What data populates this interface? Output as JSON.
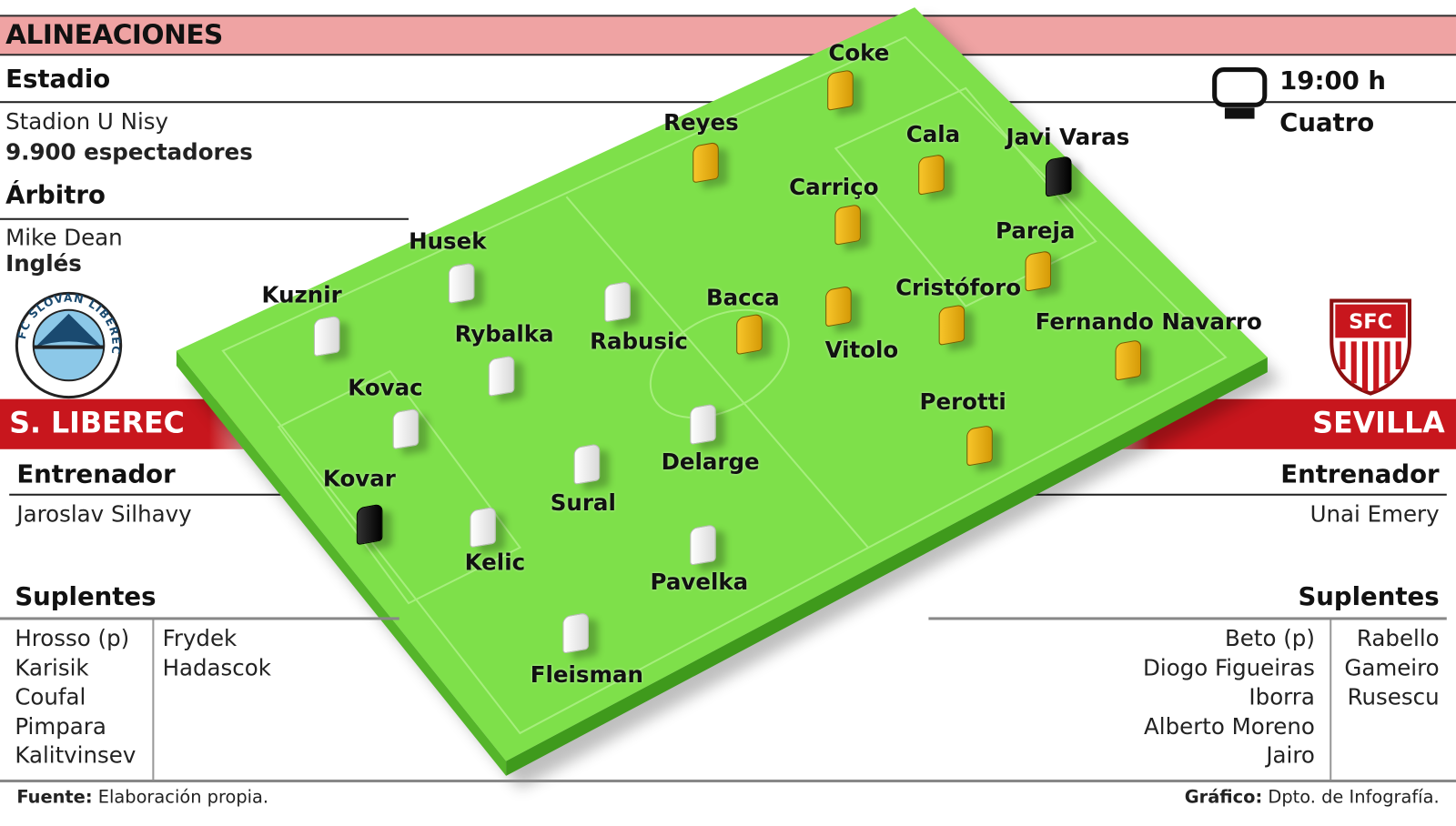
{
  "title": "ALINEACIONES",
  "stadium": {
    "heading": "Estadio",
    "name": "Stadion U Nisy",
    "capacity": "9.900 espectadores"
  },
  "referee": {
    "heading": "Árbitro",
    "name": "Mike Dean",
    "nationality": "Inglés"
  },
  "broadcast": {
    "time": "19:00 h",
    "channel": "Cuatro",
    "icon": "tv-icon"
  },
  "home": {
    "name": "S. LIBEREC",
    "badge_text": "FC SLOVAN LIBEREC",
    "coach_heading": "Entrenador",
    "coach": "Jaroslav Silhavy",
    "subs_heading": "Suplentes",
    "subs_col1": [
      "Hrosso (p)",
      "Karisik",
      "Coufal",
      "Pimpara",
      "Kalitvinsev"
    ],
    "subs_col2": [
      "Frydek",
      "Hadascok"
    ],
    "players": [
      "Kovar",
      "Kelic",
      "Kovac",
      "Kuznir",
      "Husek",
      "Rybalka",
      "Sural",
      "Fleisman",
      "Pavelka",
      "Delarge",
      "Rabusic"
    ]
  },
  "away": {
    "name": "SEVILLA",
    "badge_text": "SFC",
    "coach_heading": "Entrenador",
    "coach": "Unai Emery",
    "subs_heading": "Suplentes",
    "subs_col1": [
      "Beto (p)",
      "Diogo Figueiras",
      "Iborra",
      "Alberto Moreno",
      "Jairo"
    ],
    "subs_col2": [
      "Rabello",
      "Gameiro",
      "Rusescu"
    ],
    "players": [
      "Javi Varas",
      "Coke",
      "Cala",
      "Pareja",
      "Fernando Navarro",
      "Carriço",
      "Cristóforo",
      "Reyes",
      "Vitolo",
      "Perotti",
      "Bacca"
    ]
  },
  "footer": {
    "source_label": "Fuente:",
    "source": "Elaboración propia.",
    "graphic_label": "Gráfico:",
    "graphic": "Dpto. de Infografía."
  },
  "colors": {
    "title_bar": "#efa3a3",
    "team_band": "#c8161d",
    "pitch": "#7ee04a",
    "home_kit": "#ffffff",
    "away_kit": "#f0b818"
  }
}
